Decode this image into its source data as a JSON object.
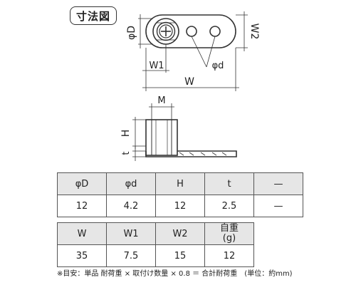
{
  "title": "寸法図",
  "dims": {
    "phiD": "φD",
    "W2": "W2",
    "W1": "W1",
    "phid": "φd",
    "W": "W",
    "M": "M",
    "H": "H",
    "t": "t"
  },
  "table1": {
    "headers": [
      "φD",
      "φd",
      "H",
      "t",
      "—"
    ],
    "values": [
      "12",
      "4.2",
      "12",
      "2.5",
      "—"
    ]
  },
  "table2": {
    "headers": [
      "W",
      "W1",
      "W2",
      "自重",
      "(g)"
    ],
    "values": [
      "35",
      "7.5",
      "15",
      "12"
    ]
  },
  "footnote": {
    "text": "※目安：単品 耐荷重 × 取付け数量 × 0.8 ＝ 合計耐荷重",
    "unit": "(単位：約mm)"
  },
  "colors": {
    "line": "#333333",
    "header_bg": "#e6e6e6"
  }
}
